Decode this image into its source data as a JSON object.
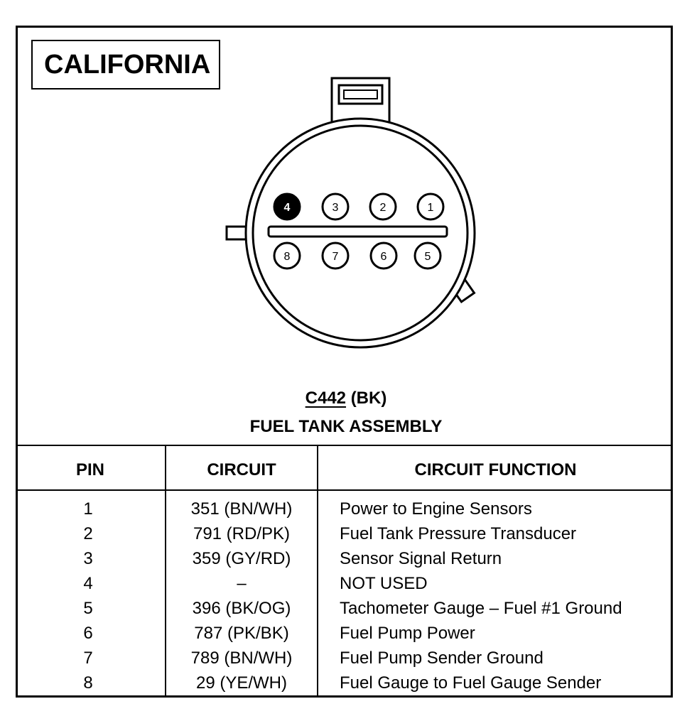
{
  "region_label": "CALIFORNIA",
  "connector": {
    "id": "C442",
    "color_code": "(BK)",
    "name": "FUEL TANK ASSEMBLY",
    "pins_top": [
      "4",
      "3",
      "2",
      "1"
    ],
    "pins_bottom": [
      "8",
      "7",
      "6",
      "5"
    ],
    "highlighted_pin": "4"
  },
  "table": {
    "headers": {
      "pin": "PIN",
      "circuit": "CIRCUIT",
      "function": "CIRCUIT FUNCTION"
    },
    "rows": [
      {
        "pin": "1",
        "circuit": "351 (BN/WH)",
        "function": "Power to Engine Sensors"
      },
      {
        "pin": "2",
        "circuit": "791 (RD/PK)",
        "function": "Fuel Tank Pressure Transducer"
      },
      {
        "pin": "3",
        "circuit": "359 (GY/RD)",
        "function": "Sensor Signal Return"
      },
      {
        "pin": "4",
        "circuit": "–",
        "function": "NOT USED"
      },
      {
        "pin": "5",
        "circuit": "396 (BK/OG)",
        "function": "Tachometer Gauge – Fuel #1 Ground"
      },
      {
        "pin": "6",
        "circuit": "787 (PK/BK)",
        "function": "Fuel Pump Power"
      },
      {
        "pin": "7",
        "circuit": "789 (BN/WH)",
        "function": "Fuel Pump Sender Ground"
      },
      {
        "pin": "8",
        "circuit": "29 (YE/WH)",
        "function": "Fuel Gauge to Fuel Gauge Sender"
      }
    ]
  }
}
